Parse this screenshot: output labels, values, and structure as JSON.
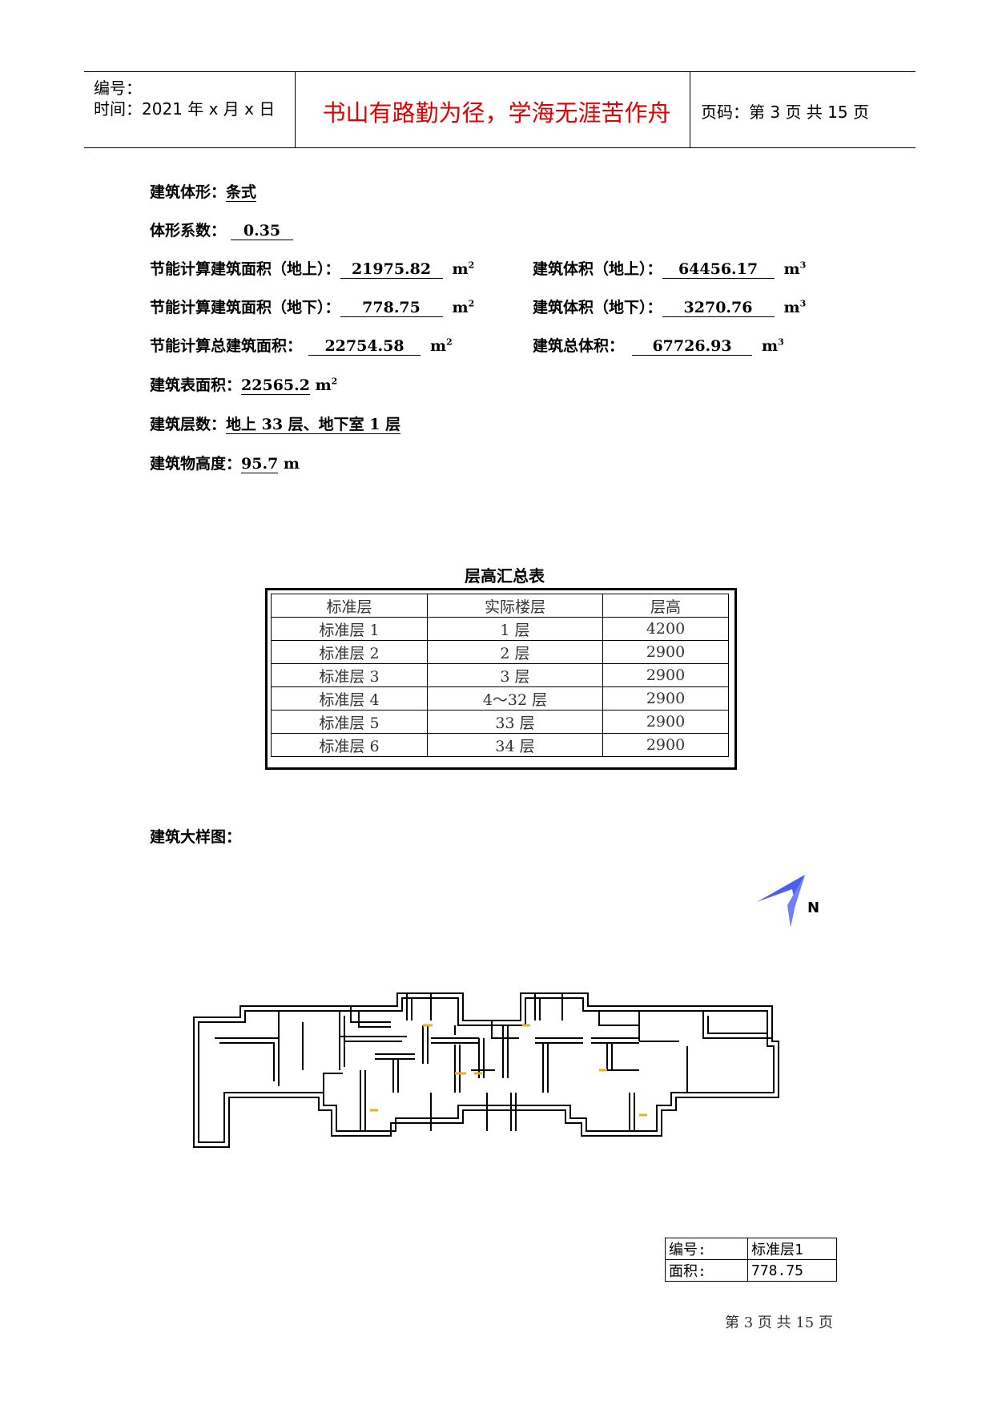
{
  "header": {
    "code_label": "编号：",
    "time_label": "时间：2021 年 x 月 x 日",
    "motto": "书山有路勤为径，学海无涯苦作舟",
    "page_label": "页码：第 3 页  共 15 页"
  },
  "info": {
    "shape_label": "建筑体形：",
    "shape_value": "条式",
    "coef_label": "体形系数：",
    "coef_value": "0.35",
    "area_above_label": "节能计算建筑面积（地上）：",
    "area_above_value": "21975.82",
    "area_unit": "m",
    "vol_above_label": "建筑体积（地上）：",
    "vol_above_value": "64456.17",
    "vol_unit": "m",
    "area_below_label": "节能计算建筑面积（地下）：",
    "area_below_value": "778.75",
    "vol_below_label": "建筑体积（地下）：",
    "vol_below_value": "3270.76",
    "area_total_label": "节能计算总建筑面积：",
    "area_total_value": "22754.58",
    "vol_total_label": "建筑总体积：",
    "vol_total_value": "67726.93",
    "surface_label": "建筑表面积：",
    "surface_value": "22565.2",
    "surface_unit": " m",
    "floors_label": "建筑层数：",
    "floors_value": "地上 33 层、地下室 1 层",
    "height_label": "建筑物高度：",
    "height_value": "95.7",
    "height_unit": " m",
    "sq": "2",
    "cu": "3"
  },
  "table": {
    "caption": "层高汇总表",
    "headers": [
      "标准层",
      "实际楼层",
      "层高"
    ],
    "rows": [
      [
        "标准层 1",
        "1 层",
        "4200"
      ],
      [
        "标准层 2",
        "2 层",
        "2900"
      ],
      [
        "标准层 3",
        "3 层",
        "2900"
      ],
      [
        "标准层 4",
        "4～32 层",
        "2900"
      ],
      [
        "标准层 5",
        "33 层",
        "2900"
      ],
      [
        "标准层 6",
        "34 层",
        "2900"
      ]
    ]
  },
  "plan": {
    "section_label": "建筑大样图：",
    "north_label": "N",
    "stamp_code_label": "编号:",
    "stamp_code_value": "标准层1",
    "stamp_area_label": "面积:",
    "stamp_area_value": "778.75"
  },
  "footer": {
    "page_text": "第 3 页 共 15 页"
  },
  "colors": {
    "motto": "#e00000",
    "north_arrow": "#4a5ef0",
    "door_marks": "#e8b020"
  }
}
